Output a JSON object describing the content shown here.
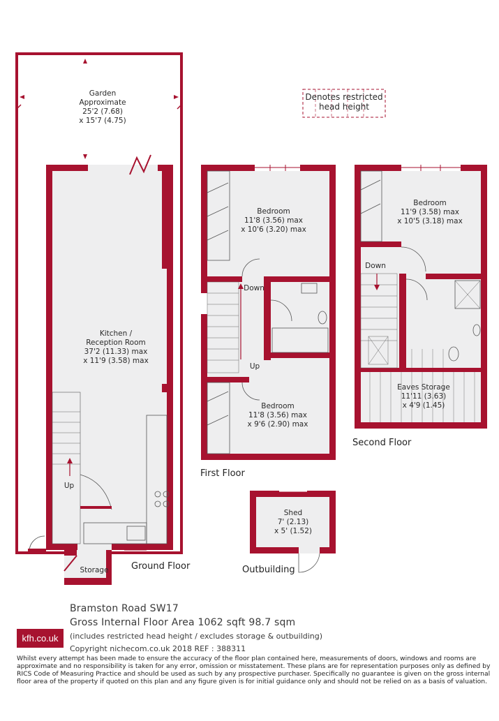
{
  "colors": {
    "wall": "#a7122f",
    "fill": "#eeeeef",
    "text": "#2a2a2a"
  },
  "legend": {
    "line1": "Denotes restricted",
    "line2": "head height"
  },
  "ground_floor": {
    "title": "Ground Floor",
    "garden": {
      "name": "Garden",
      "line2": "Approximate",
      "dim1": "25'2 (7.68)",
      "dim2": "x 15'7 (4.75)"
    },
    "kitchen": {
      "name": "Kitchen /",
      "line2": "Reception Room",
      "dim1": "37'2 (11.33) max",
      "dim2": "x 11'9 (3.58) max"
    },
    "stairs_label": "Up",
    "storage": "Storage"
  },
  "first_floor": {
    "title": "First Floor",
    "bedroom1": {
      "name": "Bedroom",
      "dim1": "11'8 (3.56) max",
      "dim2": "x 10'6 (3.20) max"
    },
    "bedroom2": {
      "name": "Bedroom",
      "dim1": "11'8 (3.56) max",
      "dim2": "x 9'6 (2.90) max"
    },
    "down_label": "Down",
    "up_label": "Up"
  },
  "second_floor": {
    "title": "Second Floor",
    "bedroom": {
      "name": "Bedroom",
      "dim1": "11'9 (3.58) max",
      "dim2": "x 10'5 (3.18) max"
    },
    "down_label": "Down",
    "eaves": {
      "name": "Eaves Storage",
      "dim1": "11'11 (3.63)",
      "dim2": "x 4'9 (1.45)"
    }
  },
  "outbuilding": {
    "title": "Outbuilding",
    "shed": {
      "name": "Shed",
      "dim1": "7' (2.13)",
      "dim2": "x 5' (1.52)"
    }
  },
  "footer": {
    "address": "Bramston Road SW17",
    "gia": "Gross Internal Floor Area  1062 sqft 98.7 sqm",
    "includes": "(includes restricted head height / excludes storage & outbuilding)",
    "copyright": "Copyright nichecom.co.uk 2018 REF : 388311",
    "logo": "kfh.co.uk",
    "disclaimer": "Whilst every attempt has been made to ensure the accuracy of the floor plan contained here, measurements of doors, windows and rooms are approximate and no responsibility is taken for any error, omission or misstatement.  These plans are for representation purposes only as defined by RICS Code of Measuring Practice and should be used as such by any prospective purchaser.  Specifically no guarantee is given on the gross internal floor area of the property if quoted on this plan and any figure given is for initial guidance only and should not be relied on as a basis of valuation."
  }
}
